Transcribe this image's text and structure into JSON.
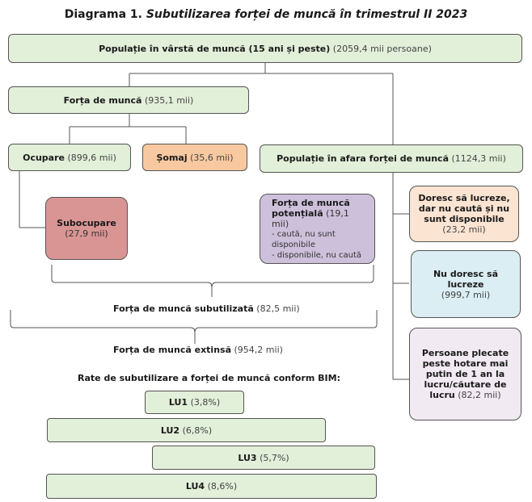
{
  "title": {
    "prefix": "Diagrama 1.",
    "text": "Subutilizarea forței de muncă în trimestrul II 2023"
  },
  "nodes": {
    "population": {
      "label": "Populație în vârstă de muncă (15 ani și peste)",
      "value": "(2059,4 mii persoane)"
    },
    "labour_force": {
      "label": "Forța de muncă",
      "value": "(935,1 mii)"
    },
    "employment": {
      "label": "Ocupare",
      "value": "(899,6 mii)"
    },
    "unemployment": {
      "label": "Șomaj",
      "value": "(35,6 mii)"
    },
    "outside": {
      "label": "Populație în afara forței de muncă",
      "value": "(1124,3 mii)"
    },
    "underemployment": {
      "label": "Subocupare",
      "value": "(27,9 mii)"
    },
    "potential": {
      "label": "Forța de muncă potențială",
      "value": "(19,1 mii)",
      "bullet1": "- caută, nu sunt disponibile",
      "bullet2": "- disponibile, nu caută"
    },
    "want_not_available": {
      "label": "Doresc să lucreze, dar nu caută și nu sunt disponibile",
      "value": "(23,2 mii)"
    },
    "not_want": {
      "label": "Nu doresc să lucreze",
      "value": "(999,7 mii)"
    },
    "abroad": {
      "label": "Persoane plecate peste hotare mai putin de 1 an la lucru/căutare de lucru",
      "value": "(82,2 mii)"
    }
  },
  "underutilized": {
    "label": "Forța de muncă subutilizată",
    "value": "(82,5 mii)"
  },
  "extended": {
    "label": "Forța de muncă extinsă",
    "value": "(954,2 mii)"
  },
  "rates_heading": "Rate de subutilizare a forței de muncă conform BIM:",
  "rates": [
    {
      "label": "LU1",
      "value": "(3,8%)"
    },
    {
      "label": "LU2",
      "value": "(6,8%)"
    },
    {
      "label": "LU3",
      "value": "(5,7%)"
    },
    {
      "label": "LU4",
      "value": "(8,6%)"
    }
  ]
}
